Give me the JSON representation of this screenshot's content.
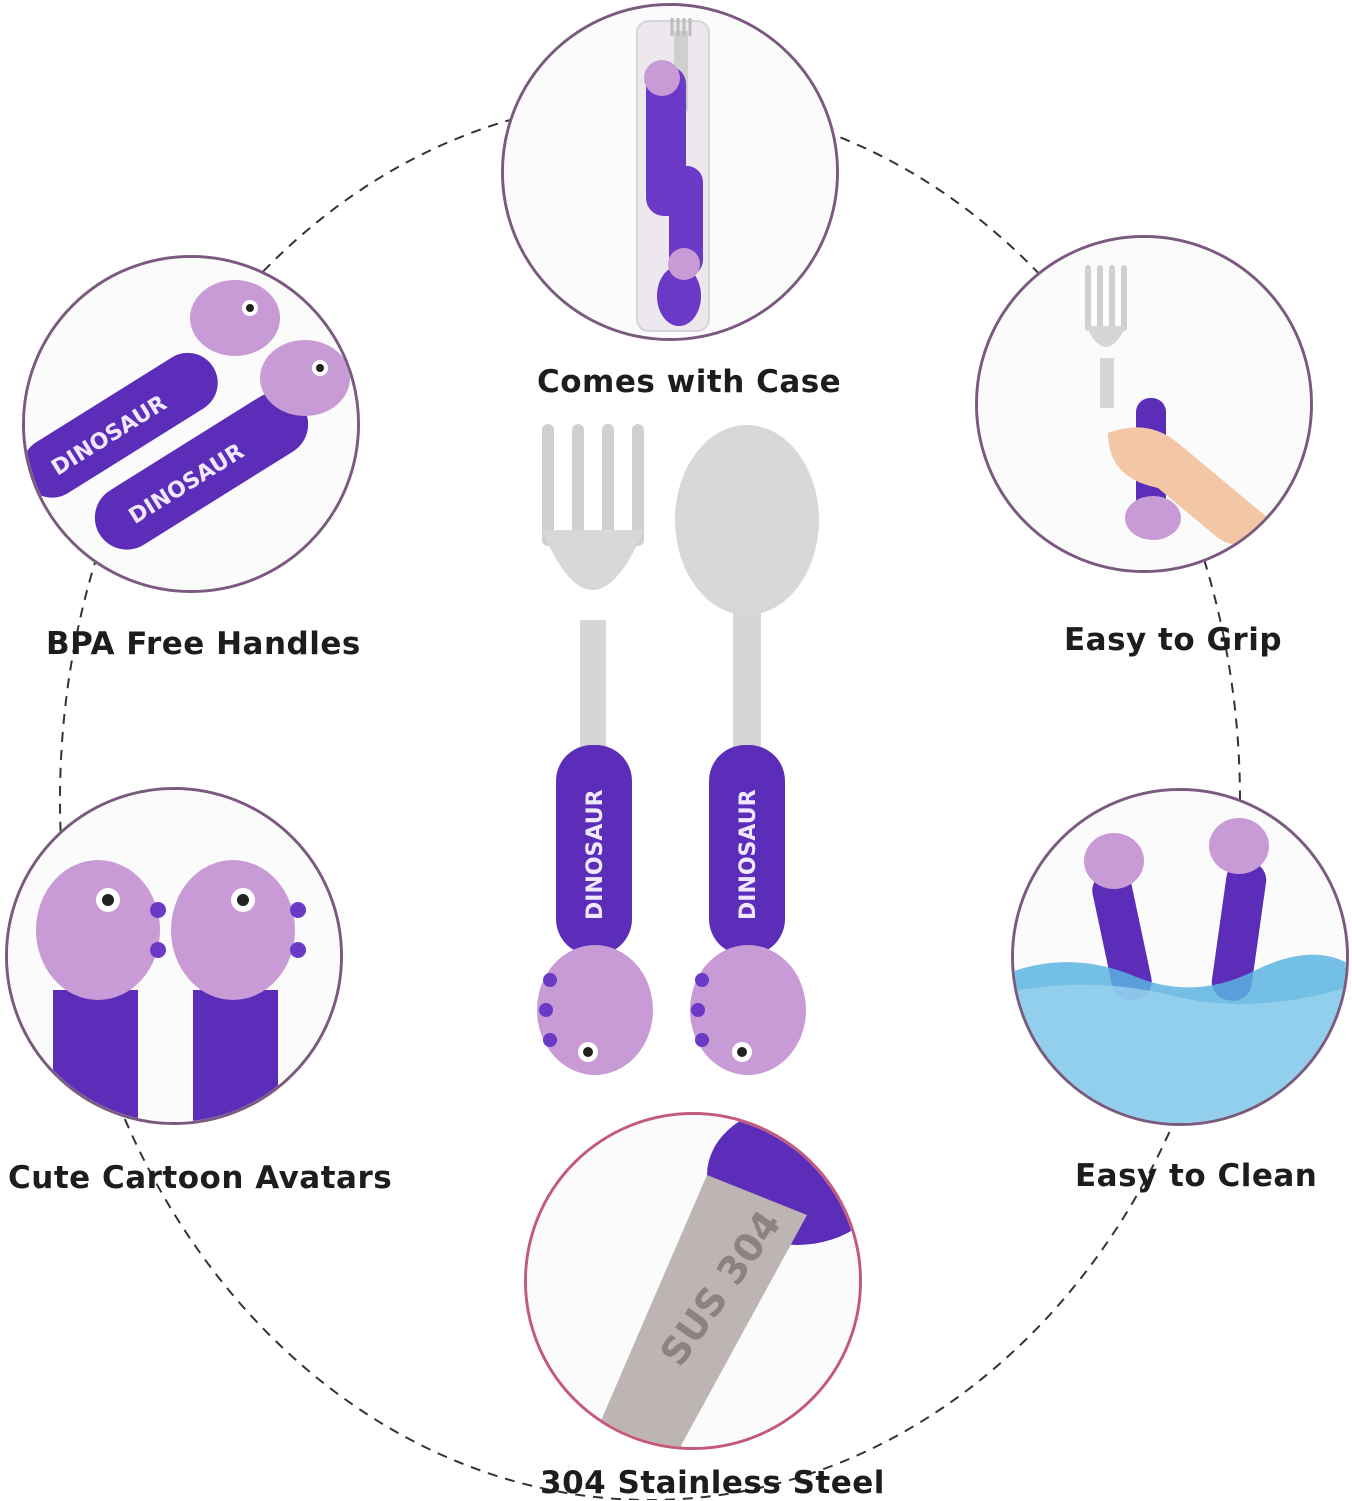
{
  "features": [
    {
      "id": "case",
      "label": "Comes with Case"
    },
    {
      "id": "bpa",
      "label": "BPA Free Handles"
    },
    {
      "id": "grip",
      "label": "Easy to Grip"
    },
    {
      "id": "avatars",
      "label": "Cute Cartoon Avatars"
    },
    {
      "id": "clean",
      "label": "Easy to Clean"
    },
    {
      "id": "steel",
      "label": "304 Stainless Steel"
    }
  ],
  "product": {
    "handle_text": "DINOSAUR",
    "engraving": "SUS 304"
  },
  "colors": {
    "handle_purple": "#5b2db8",
    "dino_lilac": "#c89ad6",
    "steel": "#d9d9d9",
    "circle_border": "#7a5a7e",
    "steel_circle_border": "#c45a7a",
    "water": "#5ab4e0"
  }
}
